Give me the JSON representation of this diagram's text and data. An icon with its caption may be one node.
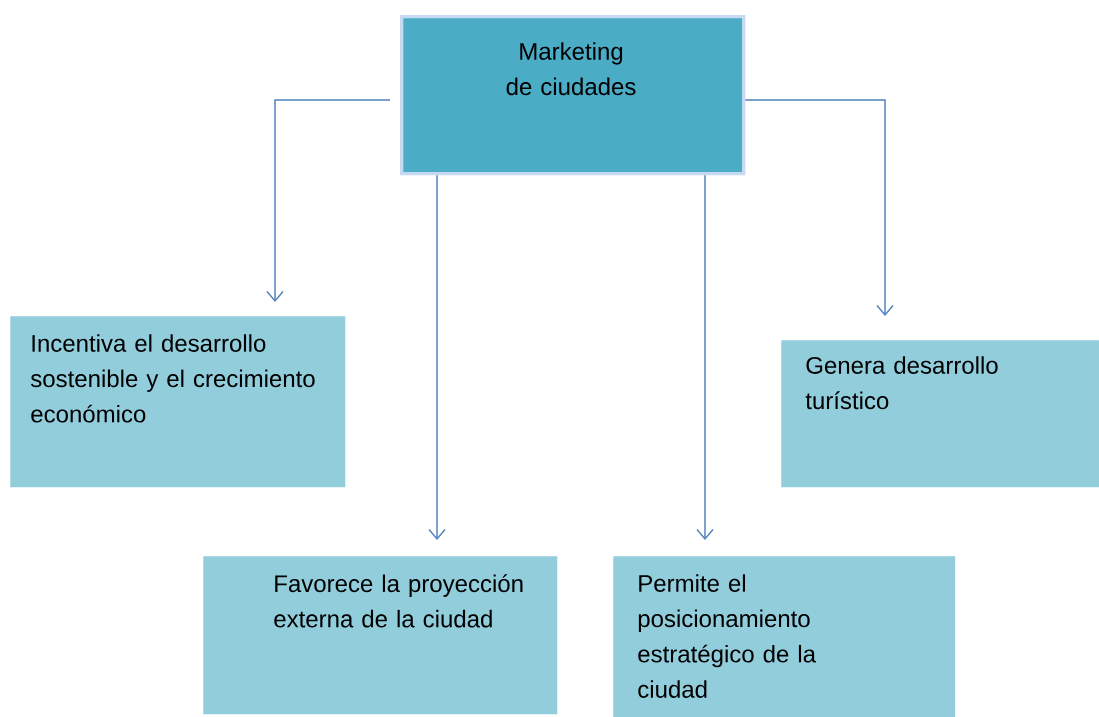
{
  "diagram": {
    "nodes": [
      {
        "text": [
          "Marketing de ciudades"
        ]
      },
      {
        "text": [
          "Incentiva el desarrollo sostenible y el crecimiento económico"
        ]
      },
      {
        "text": [
          "Genera desarrollo turístico"
        ]
      },
      {
        "text": [
          "Favorece la proyección externa de la ciudad"
        ]
      },
      {
        "text": [
          "Permite el posicionamiento estratégico de la ciudad"
        ]
      }
    ],
    "edges": [
      {
        "from": 0,
        "to": 1,
        "arrow": "to"
      },
      {
        "from": 0,
        "to": 3,
        "arrow": "to"
      },
      {
        "from": 0,
        "to": 4,
        "arrow": "to"
      },
      {
        "from": 0,
        "to": 2,
        "arrow": "to"
      }
    ]
  }
}
